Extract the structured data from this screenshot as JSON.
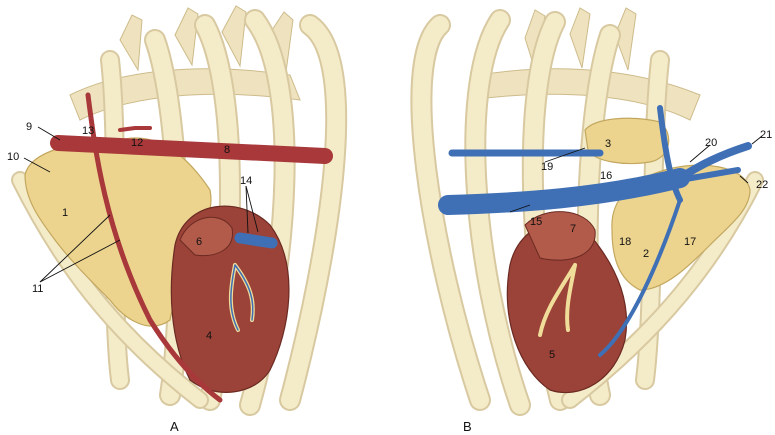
{
  "colors": {
    "bone": "#f4ebc9",
    "bone_outline": "#d8c9a0",
    "lung": "#ecd48f",
    "heart": "#9b4338",
    "artery": "#a8383a",
    "vein": "#3f6fb5"
  },
  "panels": [
    {
      "letter": "A",
      "labels": [
        "1",
        "4",
        "6",
        "8",
        "9",
        "10",
        "11",
        "12",
        "13",
        "14"
      ]
    },
    {
      "letter": "B",
      "labels": [
        "2",
        "3",
        "5",
        "7",
        "15",
        "16",
        "17",
        "18",
        "19",
        "20",
        "21",
        "22"
      ]
    }
  ]
}
